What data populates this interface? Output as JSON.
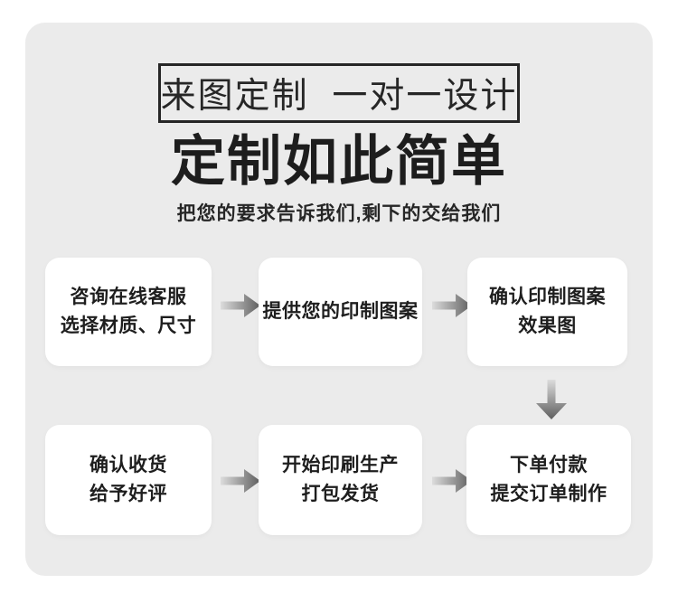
{
  "badge": {
    "label": "来图定制  一对一设计"
  },
  "header": {
    "title": "定制如此简单",
    "subtitle": "把您的要求告诉我们,剩下的交给我们"
  },
  "steps": [
    {
      "line1": "咨询在线客服",
      "line2": "选择材质、尺寸"
    },
    {
      "line1": "提供您的印制图案",
      "line2": ""
    },
    {
      "line1": "确认印制图案",
      "line2": "效果图"
    },
    {
      "line1": "确认收货",
      "line2": "给予好评"
    },
    {
      "line1": "开始印刷生产",
      "line2": "打包发货"
    },
    {
      "line1": "下单付款",
      "line2": "提交订单制作"
    }
  ],
  "icons": {
    "arrow_right": "flow-arrow-right",
    "arrow_down": "flow-arrow-down"
  },
  "colors": {
    "page_background": "#ffffff",
    "panel_background": "#ebebeb",
    "card_background": "#ffffff",
    "text": "#1d1d1d",
    "border": "#262626",
    "arrow_gradient_start": "#dcdcdc",
    "arrow_gradient_end": "#5e5e5e"
  }
}
